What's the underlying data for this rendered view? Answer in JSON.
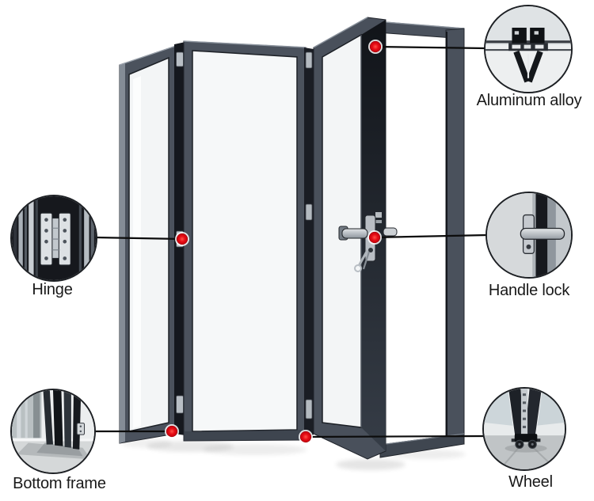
{
  "callouts": [
    {
      "id": "aluminum-alloy",
      "label": "Aluminum alloy"
    },
    {
      "id": "hinge",
      "label": "Hinge"
    },
    {
      "id": "handle-lock",
      "label": "Handle lock"
    },
    {
      "id": "bottom-frame",
      "label": "Bottom frame"
    },
    {
      "id": "wheel",
      "label": "Wheel"
    }
  ],
  "colors": {
    "marker": "#e60b14",
    "connector": "#0c0c0c",
    "label_text": "#191919",
    "door_frame": "#4b525d",
    "door_frame_dark": "#15181e"
  }
}
